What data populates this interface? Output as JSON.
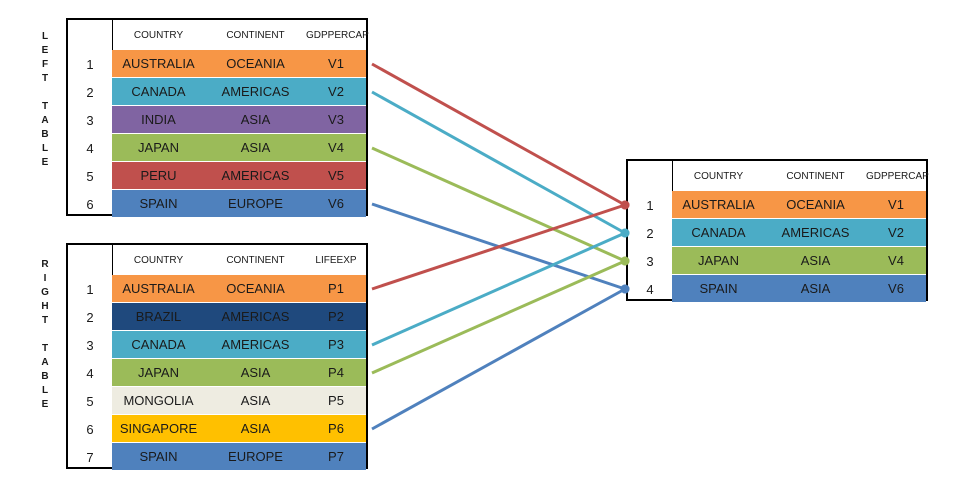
{
  "left_label": [
    "L",
    "E",
    "F",
    "T",
    "",
    "T",
    "A",
    "B",
    "L",
    "E"
  ],
  "right_label": [
    "R",
    "I",
    "G",
    "H",
    "T",
    "",
    "T",
    "A",
    "B",
    "L",
    "E"
  ],
  "left_table": {
    "headers": [
      "COUNTRY",
      "CONTINENT",
      "GDPPERCAP"
    ],
    "rows": [
      {
        "n": "1",
        "country": "AUSTRALIA",
        "continent": "OCEANIA",
        "value": "V1",
        "color": "#F79646",
        "text": "#1a1a1a"
      },
      {
        "n": "2",
        "country": "CANADA",
        "continent": "AMERICAS",
        "value": "V2",
        "color": "#4BACC6",
        "text": "#1a1a1a"
      },
      {
        "n": "3",
        "country": "INDIA",
        "continent": "ASIA",
        "value": "V3",
        "color": "#8064A2",
        "text": "#1a1a1a"
      },
      {
        "n": "4",
        "country": "JAPAN",
        "continent": "ASIA",
        "value": "V4",
        "color": "#9BBB59",
        "text": "#1a1a1a"
      },
      {
        "n": "5",
        "country": "PERU",
        "continent": "AMERICAS",
        "value": "V5",
        "color": "#C0504D",
        "text": "#1a1a1a"
      },
      {
        "n": "6",
        "country": "SPAIN",
        "continent": "EUROPE",
        "value": "V6",
        "color": "#4F81BD",
        "text": "#1a1a1a"
      }
    ]
  },
  "right_table": {
    "headers": [
      "COUNTRY",
      "CONTINENT",
      "LIFEEXP"
    ],
    "rows": [
      {
        "n": "1",
        "country": "AUSTRALIA",
        "continent": "OCEANIA",
        "value": "P1",
        "color": "#F79646",
        "text": "#1a1a1a"
      },
      {
        "n": "2",
        "country": "BRAZIL",
        "continent": "AMERICAS",
        "value": "P2",
        "color": "#1F497D",
        "text": "#1a1a1a"
      },
      {
        "n": "3",
        "country": "CANADA",
        "continent": "AMERICAS",
        "value": "P3",
        "color": "#4BACC6",
        "text": "#1a1a1a"
      },
      {
        "n": "4",
        "country": "JAPAN",
        "continent": "ASIA",
        "value": "P4",
        "color": "#9BBB59",
        "text": "#1a1a1a"
      },
      {
        "n": "5",
        "country": "MONGOLIA",
        "continent": "ASIA",
        "value": "P5",
        "color": "#EEECE1",
        "text": "#1a1a1a"
      },
      {
        "n": "6",
        "country": "SINGAPORE",
        "continent": "ASIA",
        "value": "P6",
        "color": "#FFC000",
        "text": "#1a1a1a"
      },
      {
        "n": "7",
        "country": "SPAIN",
        "continent": "EUROPE",
        "value": "P7",
        "color": "#4F81BD",
        "text": "#1a1a1a"
      }
    ]
  },
  "result_table": {
    "headers": [
      "COUNTRY",
      "CONTINENT",
      "GDPPERCAP"
    ],
    "rows": [
      {
        "n": "1",
        "country": "AUSTRALIA",
        "continent": "OCEANIA",
        "value": "V1",
        "color": "#F79646",
        "text": "#1a1a1a"
      },
      {
        "n": "2",
        "country": "CANADA",
        "continent": "AMERICAS",
        "value": "V2",
        "color": "#4BACC6",
        "text": "#1a1a1a"
      },
      {
        "n": "3",
        "country": "JAPAN",
        "continent": "ASIA",
        "value": "V4",
        "color": "#9BBB59",
        "text": "#1a1a1a"
      },
      {
        "n": "4",
        "country": "SPAIN",
        "continent": "ASIA",
        "value": "V6",
        "color": "#4F81BD",
        "text": "#1a1a1a"
      }
    ]
  },
  "links": [
    {
      "from_table": "left",
      "from_row": 1,
      "to_row": 1,
      "color": "#C0504D"
    },
    {
      "from_table": "left",
      "from_row": 2,
      "to_row": 2,
      "color": "#4BACC6"
    },
    {
      "from_table": "left",
      "from_row": 4,
      "to_row": 3,
      "color": "#9BBB59"
    },
    {
      "from_table": "left",
      "from_row": 6,
      "to_row": 4,
      "color": "#4F81BD"
    },
    {
      "from_table": "right",
      "from_row": 1,
      "to_row": 1,
      "color": "#C0504D"
    },
    {
      "from_table": "right",
      "from_row": 3,
      "to_row": 2,
      "color": "#4BACC6"
    },
    {
      "from_table": "right",
      "from_row": 4,
      "to_row": 3,
      "color": "#9BBB59"
    },
    {
      "from_table": "right",
      "from_row": 6,
      "to_row": 4,
      "color": "#4F81BD"
    }
  ]
}
